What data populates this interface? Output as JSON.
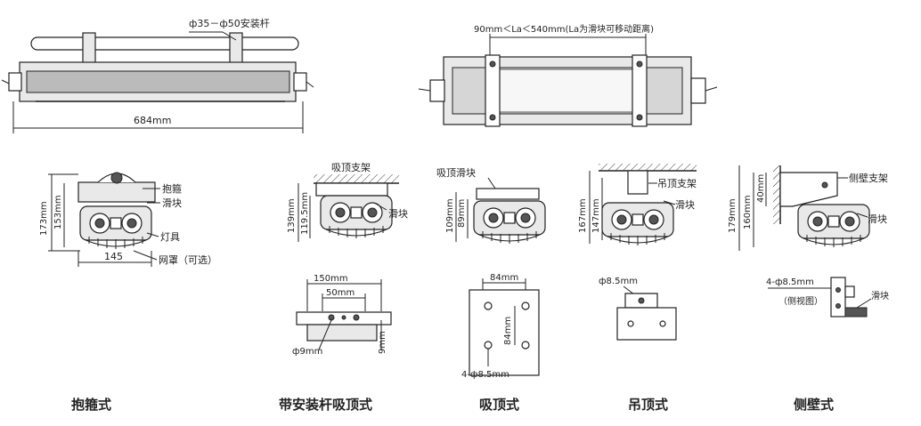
{
  "top_left": {
    "rod_label": "ф35－ф50安装杆",
    "length_label": "684mm"
  },
  "top_right": {
    "range_label": "90mm＜La＜540mm(La为滑块可移动距离)"
  },
  "view1": {
    "h_outer": "173mm",
    "h_inner": "153mm",
    "width": "145",
    "callouts": [
      "抱箍",
      "滑块",
      "灯具",
      "网罩（可选）"
    ]
  },
  "view2": {
    "top_label": "吸顶支架",
    "h_outer": "139mm",
    "h_inner": "119.5mm",
    "slider": "滑块"
  },
  "view3": {
    "top_label": "吸顶滑块",
    "h_outer": "109mm",
    "h_inner": "89mm"
  },
  "view4": {
    "top_label": "吊顶支架",
    "h_outer": "167mm",
    "h_inner": "147mm",
    "slider": "滑块"
  },
  "view5": {
    "top_label": "侧壁支架",
    "h_outer": "179mm",
    "h_inner": "160mm",
    "h_small": "40mm",
    "slider": "滑块"
  },
  "detail2": {
    "w_outer": "150mm",
    "w_inner": "50mm",
    "hole": "ф9mm",
    "h": "9mm"
  },
  "detail3": {
    "w": "84mm",
    "h": "84mm",
    "holes": "4-ф8.5mm"
  },
  "detail4": {
    "hole": "ф8.5mm"
  },
  "detail5": {
    "holes": "4-ф8.5mm",
    "note": "（侧视图）",
    "slider": "滑块"
  },
  "captions": {
    "c1": "抱箍式",
    "c2": "带安装杆吸顶式",
    "c3": "吸顶式",
    "c4": "吊顶式",
    "c5": "侧壁式"
  }
}
